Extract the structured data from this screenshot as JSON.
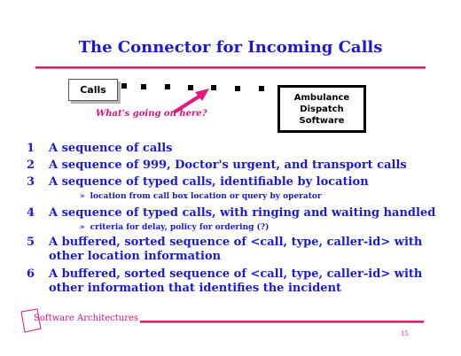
{
  "slide": {
    "title": "The Connector for Incoming Calls",
    "page_number": "15"
  },
  "diagram": {
    "calls_label": "Calls",
    "software_lines": [
      "Ambulance",
      "Dispatch",
      "Software"
    ],
    "question": "What's going on here?"
  },
  "items": [
    {
      "num": "1",
      "text": "A sequence of calls"
    },
    {
      "num": "2",
      "text": "A sequence of 999, Doctor's urgent, and transport calls"
    },
    {
      "num": "3",
      "text": "A sequence of typed calls, identifiable by location",
      "sub": "location from call box location or query by operator"
    },
    {
      "num": "4",
      "text": "A sequence of typed calls, with ringing and waiting handled",
      "sub": "criteria for delay, policy for ordering (?)"
    },
    {
      "num": "5",
      "text": "A buffered, sorted sequence of <call, type, caller-id> with other location information"
    },
    {
      "num": "6",
      "text": "A buffered, sorted sequence of <call, type, caller-id> with other information that identifies the incident"
    }
  ],
  "sub_bullet": "»",
  "footer": {
    "label": "Software Architectures"
  },
  "colors": {
    "title_blue": "#1a1ad6",
    "accent_magenta": "#e6157a"
  }
}
